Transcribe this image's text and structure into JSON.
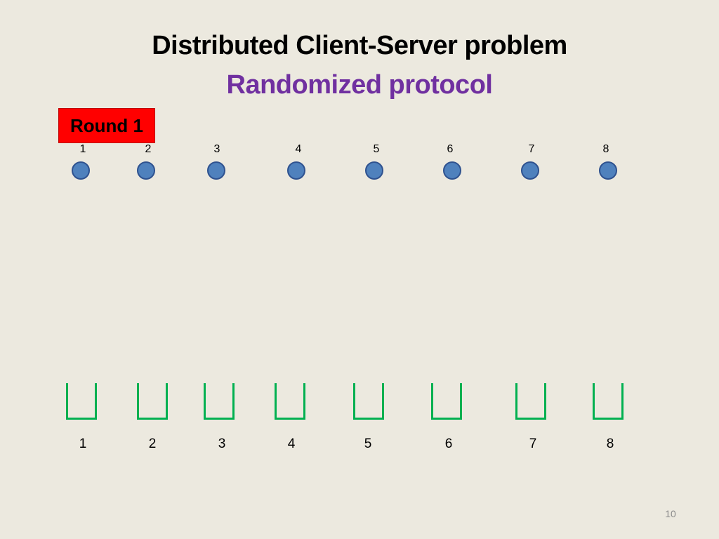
{
  "slide": {
    "title": "Distributed Client-Server problem",
    "subtitle": "Randomized protocol",
    "round_label": "Round 1",
    "page_number": "10"
  },
  "clients": [
    {
      "label": "1"
    },
    {
      "label": "2"
    },
    {
      "label": "3"
    },
    {
      "label": "4"
    },
    {
      "label": "5"
    },
    {
      "label": "6"
    },
    {
      "label": "7"
    },
    {
      "label": "8"
    }
  ],
  "servers": [
    {
      "label": "1"
    },
    {
      "label": "2"
    },
    {
      "label": "3"
    },
    {
      "label": "4"
    },
    {
      "label": "5"
    },
    {
      "label": "6"
    },
    {
      "label": "7"
    },
    {
      "label": "8"
    }
  ],
  "colors": {
    "background": "#ECE9DF",
    "subtitle": "#7030A0",
    "round_box": "#FF0000",
    "client_fill": "#4F81BD",
    "server_stroke": "#00B050"
  }
}
